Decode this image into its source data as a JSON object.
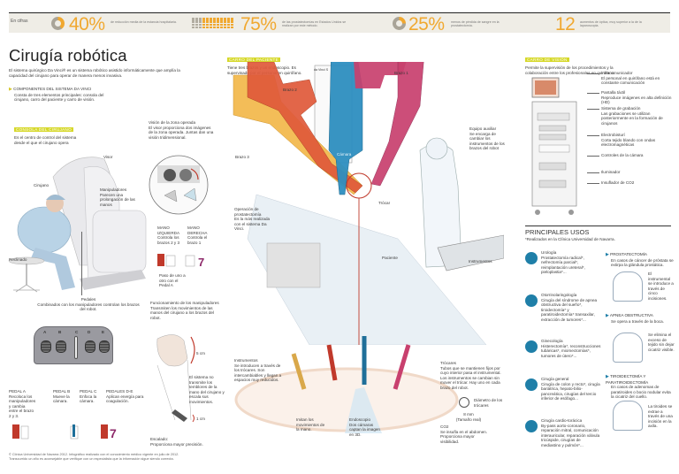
{
  "stats_bar": {
    "label": "En cifras",
    "items": [
      {
        "value": "40%",
        "desc": "de reducción media de la estancia hospitalaria.",
        "icon": "donut-40-icon",
        "percent": 40
      },
      {
        "value": "75%",
        "desc": "de las prostatectomías en Estados Unidos se realizan por este método.",
        "icon": "waffle-grid-75-icon",
        "percent": 75
      },
      {
        "value": "25%",
        "desc": "menos de pérdida de sangre en la prostatectomía.",
        "icon": "donut-25-icon",
        "percent": 25
      },
      {
        "value": "12",
        "desc": "aumentos de óptica, muy superior a la de la laparoscopia.",
        "icon": null
      }
    ],
    "accent": "#f0a830"
  },
  "header": {
    "title": "Cirugía robótica",
    "intro": "El sistema quirúrgico Da Vinci® es un sistema robótico asistido informáticamente que amplía la capacidad del cirujano para operar de manera menos invasiva."
  },
  "components": {
    "heading": "COMPONENTES DEL SISTEMA DA VINCI",
    "text": "Consta de tres elementos principales: consola del cirujano, carro del paciente y carro de visión."
  },
  "console": {
    "tag": "CONSOLA DEL CIRUJANO",
    "text": "Es el centro de control del sistema desde el que el cirujano opera",
    "labels": {
      "visor": "Visor",
      "cirujano": "Cirujano",
      "manipuladores": "Manipuladores",
      "manipuladores_desc": "Parecen una prolongación de las manos",
      "vision_title": "Visión de la zona operada",
      "vision_desc": "El visor proporciona dos imágenes de la zona operada. Juntas dan una visión tridimensional.",
      "mano_izq_title": "MANO IZQUIERDA",
      "mano_izq_desc": "Controla los brazos 2 y 3",
      "mano_der_title": "MANO DERECHA",
      "mano_der_desc": "Controla el brazo 1",
      "paso": "Paso de uno a otro con el Pedal A",
      "reclinado": "Reclinado",
      "pedales_title": "Pedales",
      "pedales_desc": "Combinados con los manipuladores controlan los brazos del robot."
    }
  },
  "pedals": {
    "keys": [
      "A",
      "B",
      "C",
      "D",
      "E"
    ],
    "descriptions": [
      {
        "title": "PEDAL A",
        "desc": "Recoloca los manipuladores y cambia entre el brazo 2 y 3."
      },
      {
        "title": "PEDAL B",
        "desc": "Mueve la cámara."
      },
      {
        "title": "PEDAL C",
        "desc": "Enfoca la cámara."
      },
      {
        "title": "PEDALES D-E",
        "desc": "Aplican energía para coagulación."
      }
    ]
  },
  "manipulators": {
    "title": "Funcionamiento de los manipuladores",
    "desc": "Transmiten los movimientos de las manos del cirujano a los brazos del robot.",
    "scale_big": "5 cm",
    "scale_small": "1 cm",
    "tremor": "El sistema no transmite los temblores de la mano del cirujano y escala sus movimientos.",
    "scaling_title": "Escalado:",
    "scaling_desc": "Proporciona mayor precisión."
  },
  "patient_cart": {
    "tag": "CARRO DEL PACIENTE",
    "text": "Tiene tres brazos y un endoscopio. Es supervisado por el personal en quirófano.",
    "brand": "da Vinci S",
    "arms": [
      {
        "label": "Brazo 1",
        "color": "#c8406e"
      },
      {
        "label": "Brazo 2",
        "color": "#e05a3a"
      },
      {
        "label": "Brazo 3",
        "color": "#f2b84a"
      },
      {
        "label": "Cámara",
        "color": "#2e8fc0"
      }
    ],
    "trocar": "Trócar",
    "paciente": "Paciente",
    "instrumentos": "Instrumentos",
    "operation_title": "Operación de prostatectomía",
    "operation_desc": "Es la más realizada con el sistema Da Vinci.",
    "assistant_title": "Equipo auxiliar",
    "assistant_desc": "Se encarga de cambiar los instrumentos de los brazos del robot"
  },
  "detail": {
    "instrumentos_title": "Instrumentos",
    "instrumentos_desc": "Se introducen a través de los trócares. Son intercambiables y llegan a espacios muy reducidos.",
    "imitan": "Imitan los movimientos de la mano.",
    "endoscopio_title": "Endoscopio",
    "endoscopio_desc": "Dos cámaras captan la imagen en 3D.",
    "trocares_title": "Trócares",
    "trocares_desc": "Tubos que se mantienen fijos por cuyo interior pasa el instrumental. Los instrumentos se cambian sin mover el trócar. Hay uno en cada brazo del robot.",
    "diametro": "Diámetro de los trócares",
    "size": "8 mm",
    "size_note": "(Tamaño real)",
    "co2_title": "CO2",
    "co2_desc": "Se insufla en el abdomen. Proporciona mayor visibilidad."
  },
  "vision_cart": {
    "tag": "CARRO DE VISIÓN",
    "text": "Permite la supervisión de los procedimientos y la colaboración entre los profesionales en quirófano.",
    "parts": [
      {
        "title": "Intercomunicador",
        "desc": "El personal en quirófano está en constante comunicación"
      },
      {
        "title": "Pantalla táctil",
        "desc": "Reproduce imágenes en alta definición (HD)"
      },
      {
        "title": "Sistema de grabación",
        "desc": "Las grabaciones se utilizan posteriormente en la formación de cirujanos"
      },
      {
        "title": "Electrobisturí",
        "desc": "Corta tejido blando con ondas electromagnéticas"
      },
      {
        "title": "Controles de la cámara",
        "desc": ""
      },
      {
        "title": "Iluminador",
        "desc": ""
      },
      {
        "title": "Insuflador de CO2",
        "desc": ""
      }
    ]
  },
  "uses": {
    "title": "PRINCIPALES USOS",
    "note": "*Realizados en la Clínica Universidad de Navarra.",
    "specialties": [
      {
        "title": "Urología",
        "desc": "Prostatectomía radical*, nefrectomía parcial*, reimplantación ureteral*, pieloplastia*...",
        "icon": "kidney-icon"
      },
      {
        "title": "Otorrinolaringología",
        "desc": "Cirugía del síndrome de apnea obstructiva del sueño*, tiroidectomía* y paratiroidectomía* transaxilar, extracción de tumores*...",
        "icon": "head-profile-icon"
      },
      {
        "title": "Ginecología",
        "desc": "Histerectomía*, reconstrucciones tubáricas*, miomectomías*, tumores de útero*...",
        "icon": "uterus-icon"
      },
      {
        "title": "Cirugía general",
        "desc": "Cirugía de colon y recto*, cirugía bariátrica, hepato-bilio-pancreática, cirugías del tercio inferior de esófago...",
        "icon": "torso-icon"
      },
      {
        "title": "Cirugía cardio-torácica",
        "desc": "By-pass aorto-coronario, reparación mitral, comunicación interauricular, reparación válvula tricúspide, cirugías de mediastino y pulmón*...",
        "icon": "lung-icon"
      }
    ],
    "cases": [
      {
        "title": "PROSTATECTOMÍA",
        "desc": "En casos de cáncer de próstata se extirpa la glándula prostática.",
        "note": "El instrumental se introduce a través de cinco incisiones."
      },
      {
        "title": "APNEA OBSTRUCTIVA",
        "desc": "Se opera a través de la boca.",
        "note": "Se elimina el exceso de tejido sin dejar cicatriz visible."
      },
      {
        "title": "TIROIDECTOMÍA Y PARATIROIDECTOMÍA",
        "desc": "En casos de adenomas de paratiroides o bocio nodular evita la cicatriz del cuello.",
        "note": "La tiroides se extrae a través de una incisión en la axila."
      }
    ],
    "icon_color": "#1f7fa8"
  },
  "footer": {
    "line1": "© Clínica Universidad de Navarra 2012. Infográfico realizado con el conocimiento médico vigente en julio de 2012.",
    "line2": "Transcurrido un año es aconsejable que verifique con un especialista que la información sigue siendo correcta."
  }
}
